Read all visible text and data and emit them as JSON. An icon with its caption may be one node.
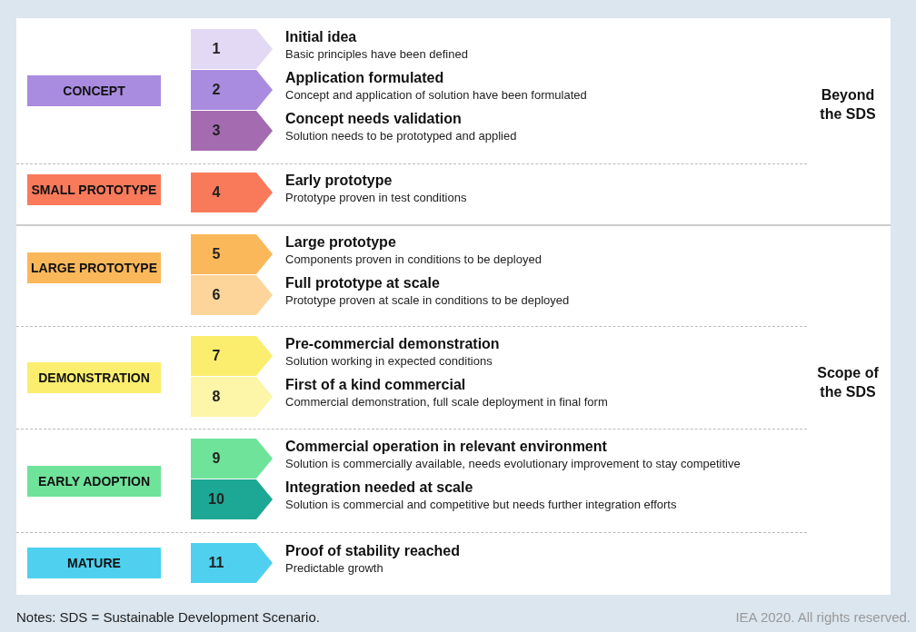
{
  "diagram": {
    "nodes": [
      {
        "text": [
          "CONCEPT"
        ]
      },
      {
        "text": [
          "1"
        ],
        "beside": [
          "Initial idea",
          "Basic principles have been defined"
        ]
      },
      {
        "text": [
          "2"
        ],
        "beside": [
          "Application formulated",
          "Concept and application of solution have been formulated"
        ]
      },
      {
        "text": [
          "3"
        ],
        "beside": [
          "Concept needs validation",
          "Solution needs to be prototyped and applied"
        ]
      },
      {
        "text": [
          "SMALL PROTOTYPE"
        ]
      },
      {
        "text": [
          "4"
        ],
        "beside": [
          "Early prototype",
          "Prototype proven in test conditions"
        ]
      },
      {
        "text": [
          "LARGE PROTOTYPE"
        ]
      },
      {
        "text": [
          "5"
        ],
        "beside": [
          "Large prototype",
          "Components proven in conditions to be deployed"
        ]
      },
      {
        "text": [
          "6"
        ],
        "beside": [
          "Full prototype at scale",
          "Prototype proven at scale in conditions to be deployed"
        ]
      },
      {
        "text": [
          "DEMONSTRATION"
        ]
      },
      {
        "text": [
          "7"
        ],
        "beside": [
          "Pre-commercial demonstration",
          "Solution working in expected conditions"
        ]
      },
      {
        "text": [
          "8"
        ],
        "beside": [
          "First of a kind commercial",
          "Commercial demonstration, full scale deployment in final form"
        ]
      },
      {
        "text": [
          "EARLY ADOPTION"
        ]
      },
      {
        "text": [
          "9"
        ],
        "beside": [
          "Commercial operation in relevant environment",
          "Solution is commercially available, needs evolutionary improvement to stay competitive"
        ]
      },
      {
        "text": [
          "10"
        ],
        "beside": [
          "Integration needed at scale",
          "Solution is commercial and competitive but needs further integration efforts"
        ]
      },
      {
        "text": [
          "MATURE"
        ]
      },
      {
        "text": [
          "11"
        ],
        "beside": [
          "Proof of stability reached",
          "Predictable growth"
        ]
      }
    ],
    "edges": [],
    "labels": [
      "Beyond the SDS",
      "Scope of the SDS",
      "Notes: SDS = Sustainable Development Scenario.",
      "IEA 2020. All rights reserved."
    ]
  }
}
